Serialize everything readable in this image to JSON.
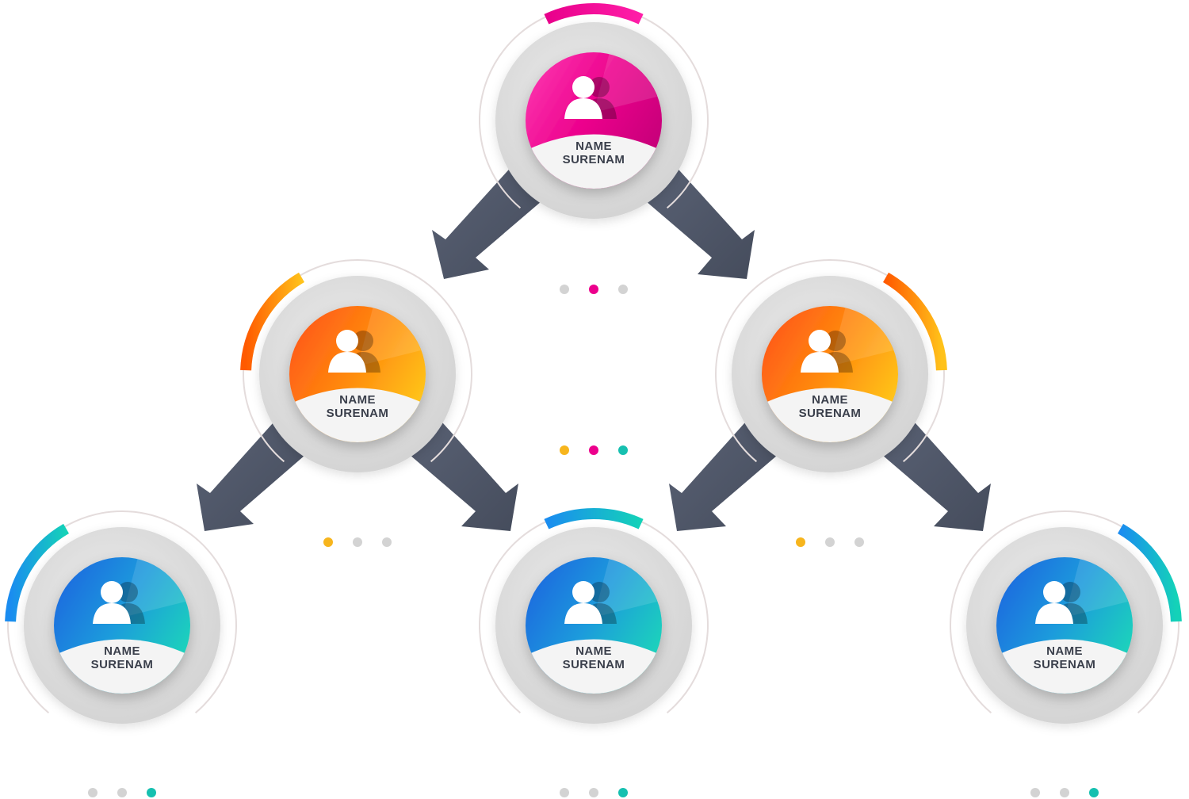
{
  "diagram": {
    "type": "org-chart",
    "connections": [
      [
        "top",
        "mid-left"
      ],
      [
        "top",
        "mid-right"
      ],
      [
        "mid-left",
        "bottom-left"
      ],
      [
        "mid-left",
        "bottom-center"
      ],
      [
        "mid-right",
        "bottom-center"
      ],
      [
        "mid-right",
        "bottom-right"
      ]
    ],
    "nodes": [
      {
        "id": "top",
        "line1": "NAME",
        "line2": "SURENAM",
        "palette": "magenta",
        "accent_arc": "top"
      },
      {
        "id": "mid-left",
        "line1": "NAME",
        "line2": "SURENAM",
        "palette": "orange",
        "accent_arc": "upper-left"
      },
      {
        "id": "mid-right",
        "line1": "NAME",
        "line2": "SURENAM",
        "palette": "orange",
        "accent_arc": "upper-right"
      },
      {
        "id": "bottom-left",
        "line1": "NAME",
        "line2": "SURENAM",
        "palette": "blue",
        "accent_arc": "upper-left"
      },
      {
        "id": "bottom-center",
        "line1": "NAME",
        "line2": "SURENAM",
        "palette": "blue",
        "accent_arc": "top"
      },
      {
        "id": "bottom-right",
        "line1": "NAME",
        "line2": "SURENAM",
        "palette": "blue",
        "accent_arc": "upper-right"
      }
    ],
    "dot_groups": [
      {
        "id": "below-top",
        "dots": [
          "gray",
          "magenta",
          "gray"
        ]
      },
      {
        "id": "center",
        "dots": [
          "amber",
          "magenta",
          "teal"
        ]
      },
      {
        "id": "below-mid-left",
        "dots": [
          "amber",
          "gray",
          "gray"
        ]
      },
      {
        "id": "below-mid-right",
        "dots": [
          "amber",
          "gray",
          "gray"
        ]
      },
      {
        "id": "below-bottom-left",
        "dots": [
          "gray",
          "gray",
          "teal"
        ]
      },
      {
        "id": "below-bottom-center",
        "dots": [
          "gray",
          "gray",
          "teal"
        ]
      },
      {
        "id": "below-bottom-right",
        "dots": [
          "gray",
          "gray",
          "teal"
        ]
      }
    ]
  },
  "colors": {
    "arrow": "#4e5668",
    "arrow_dark": "#353b48",
    "ring": "#dddddd",
    "outer_line": "#e4dcdc",
    "label": "#3a3f4b",
    "gray": "#d3d3d3",
    "magenta": "#ec008c",
    "amber": "#f7b51d",
    "teal": "#16c0b0",
    "palettes": {
      "magenta": [
        "#ff3fb4",
        "#ec008c",
        "#c8007a"
      ],
      "orange": [
        "#ff4e1a",
        "#ff8a0d",
        "#ffc21a"
      ],
      "blue": [
        "#1f5fe0",
        "#1f9bdc",
        "#1ad0bd"
      ]
    },
    "arc_colors": {
      "magenta": [
        "#e8008b",
        "#ff1ea8"
      ],
      "orange": [
        "#ff5a00",
        "#ffc21a"
      ],
      "blue": [
        "#1a8cf0",
        "#14d2b8"
      ]
    }
  }
}
